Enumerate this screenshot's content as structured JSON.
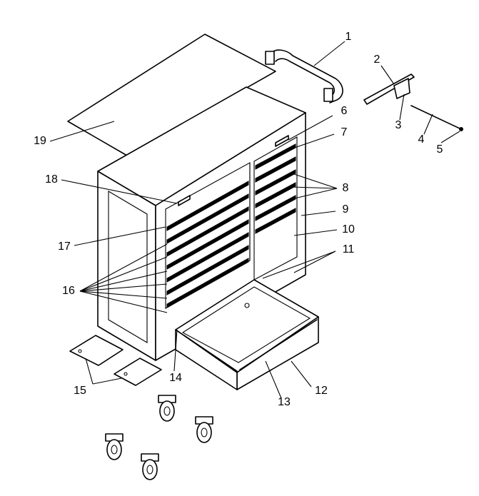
{
  "diagram": {
    "type": "exploded-parts-view",
    "colors": {
      "line": "#000000",
      "background": "#ffffff"
    },
    "callouts": [
      {
        "id": "1",
        "text": "1"
      },
      {
        "id": "2",
        "text": "2"
      },
      {
        "id": "3",
        "text": "3"
      },
      {
        "id": "4",
        "text": "4"
      },
      {
        "id": "5",
        "text": "5"
      },
      {
        "id": "6",
        "text": "6"
      },
      {
        "id": "7",
        "text": "7"
      },
      {
        "id": "8",
        "text": "8"
      },
      {
        "id": "9",
        "text": "9"
      },
      {
        "id": "10",
        "text": "10"
      },
      {
        "id": "11",
        "text": "11"
      },
      {
        "id": "12",
        "text": "12"
      },
      {
        "id": "13",
        "text": "13"
      },
      {
        "id": "14",
        "text": "14"
      },
      {
        "id": "15",
        "text": "15"
      },
      {
        "id": "16",
        "text": "16"
      },
      {
        "id": "17",
        "text": "17"
      },
      {
        "id": "18",
        "text": "18"
      },
      {
        "id": "19",
        "text": "19"
      }
    ]
  }
}
